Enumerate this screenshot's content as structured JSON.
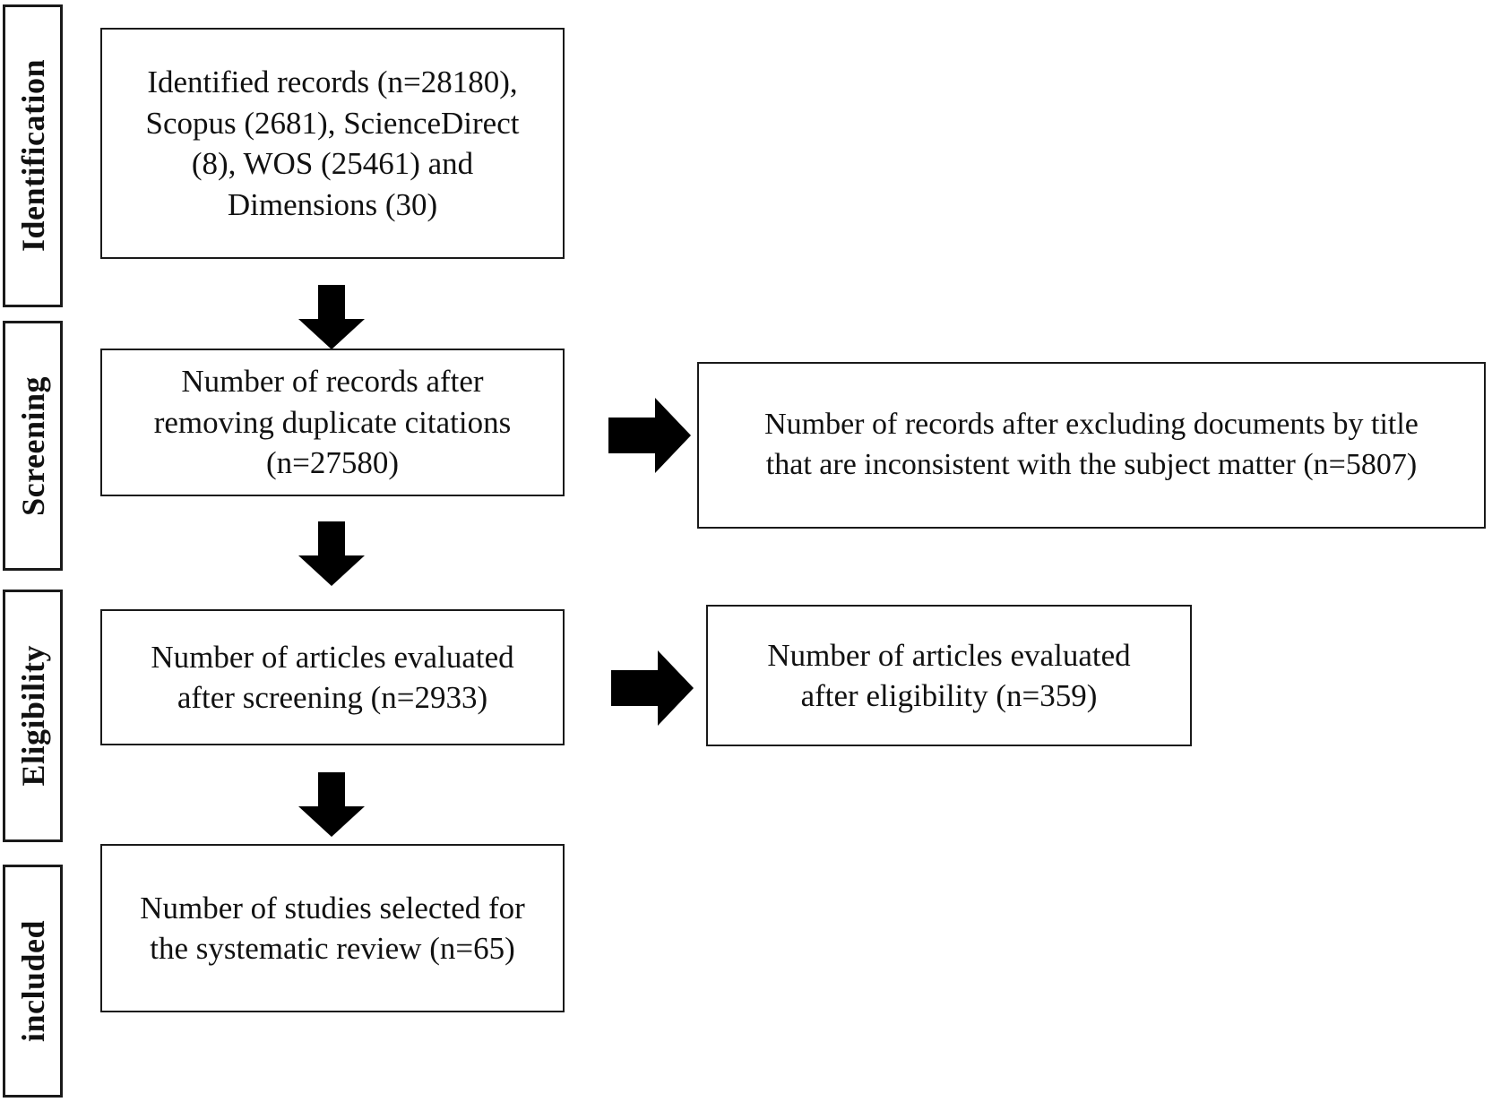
{
  "figure": {
    "type": "prisma-flow-diagram",
    "background_color": "#ffffff",
    "line_color": "#1a1a1a",
    "arrow_color": "#000000"
  },
  "stages": [
    {
      "id": "identification",
      "label": "Identification"
    },
    {
      "id": "screening",
      "label": "Screening"
    },
    {
      "id": "eligibility",
      "label": "Eligibility"
    },
    {
      "id": "included",
      "label": "included"
    }
  ],
  "boxes": {
    "identified_records": {
      "text": "Identified records (n=28180),\nScopus (2681), ScienceDirect\n(8), WOS (25461) and\nDimensions (30)",
      "count": 28180,
      "sources": [
        {
          "name": "Scopus",
          "count": 2681
        },
        {
          "name": "ScienceDirect",
          "count": 8
        },
        {
          "name": "WOS",
          "count": 25461
        },
        {
          "name": "Dimensions",
          "count": 30
        }
      ]
    },
    "after_duplicates": {
      "text": "Number of records after\nremoving duplicate citations\n(n=27580)",
      "count": 27580
    },
    "excluded_by_title": {
      "text": "Number of records after excluding documents by title\nthat are inconsistent with the subject matter (n=5807)",
      "count": 5807
    },
    "after_screening": {
      "text": "Number of articles evaluated\nafter screening (n=2933)",
      "count": 2933
    },
    "after_eligibility": {
      "text": "Number of articles evaluated\nafter eligibility (n=359)",
      "count": 359
    },
    "included_studies": {
      "text": "Number of studies selected for\nthe systematic review (n=65)",
      "count": 65
    }
  },
  "arrows": [
    {
      "id": "identification-to-screening",
      "direction": "down",
      "icon": "arrow-down-icon"
    },
    {
      "id": "screening-to-excluded",
      "direction": "right",
      "icon": "arrow-right-icon"
    },
    {
      "id": "screening-to-eligibility",
      "direction": "down",
      "icon": "arrow-down-icon"
    },
    {
      "id": "eligibility-to-evaluated",
      "direction": "right",
      "icon": "arrow-right-icon"
    },
    {
      "id": "eligibility-to-included",
      "direction": "down",
      "icon": "arrow-down-icon"
    }
  ]
}
